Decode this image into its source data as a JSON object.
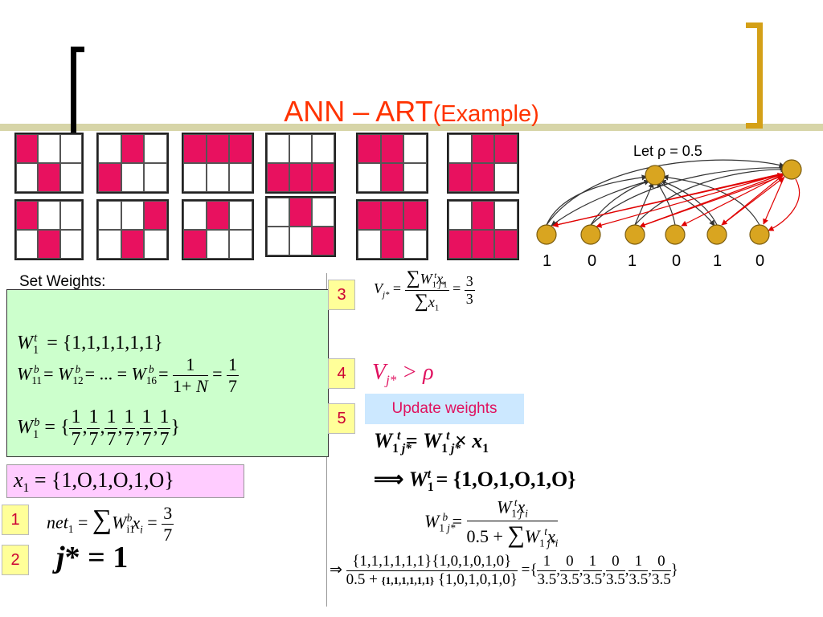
{
  "title": {
    "main": "ANN – ART",
    "sub": "(Example)"
  },
  "rho_label": "Let ρ  = 0.5",
  "inputs": [
    "1",
    "0",
    "1",
    "0",
    "1",
    "0"
  ],
  "patterns": [
    [
      1,
      0,
      0,
      0,
      1,
      0
    ],
    [
      0,
      1,
      0,
      1,
      0,
      0
    ],
    [
      1,
      1,
      1,
      0,
      0,
      0
    ],
    [
      0,
      0,
      0,
      1,
      1,
      1
    ],
    [
      1,
      1,
      0,
      0,
      1,
      0
    ],
    [
      0,
      1,
      1,
      1,
      1,
      0
    ],
    [
      1,
      0,
      0,
      0,
      1,
      0
    ],
    [
      0,
      0,
      1,
      0,
      1,
      0
    ],
    [
      0,
      1,
      0,
      1,
      0,
      0
    ],
    [
      0,
      1,
      0,
      0,
      0,
      1
    ],
    [
      1,
      1,
      1,
      0,
      1,
      0
    ],
    [
      0,
      1,
      0,
      1,
      1,
      1
    ]
  ],
  "set_weights_label": "Set Weights:",
  "step_numbers": [
    "1",
    "2",
    "3",
    "4",
    "5"
  ],
  "update_weights_label": "Update weights",
  "equations": {
    "w1t": "W1t = {1,1,1,1,1,1}",
    "w1b_each": "W11b = W12b = ... = W16b = 1/(1+N) = 1/7",
    "w1b_set": "W1b = {1/7, 1/7, 1/7, 1/7, 1/7, 1/7}",
    "x1": "x1 = {1,O,1,O,1,O}",
    "net1": "net1 = Σ Wi1b xi = 3/7",
    "jstar": "j* = 1",
    "vj": "Vj* = Σ W1j*t x1 / Σ x1 = 3/3",
    "vj_cond": "Vj* > ρ",
    "upd1": "W1j*t = W1j*t × x1",
    "upd2": "⇒ W1t = {1,O,1,O,1,O}",
    "upd3": "W1j*b = W1jt xi / (0.5 + Σ W1j*t xi)",
    "upd4": "⇒ {1,1,1,1,1,1}{1,0,1,0,1,0} / (0.5 + {1,1,1,1,1,1}{1,0,1,0,1,0}) = {1/3.5, 0/3.5, 1/3.5, 0/3.5, 1/3.5, 0/3.5}"
  },
  "colors": {
    "title": "#ff3300",
    "cell_on": "#e8115f",
    "bracket": "#d4a017",
    "node": "#d9a520",
    "arrow_red": "#e00000"
  }
}
